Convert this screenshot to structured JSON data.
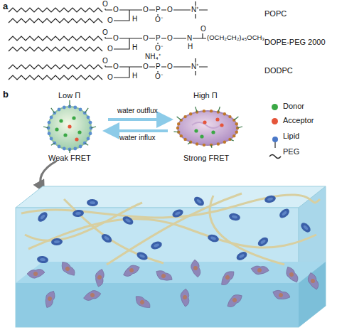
{
  "diagram": {
    "labels": [
      "a",
      "O",
      "O",
      "O",
      "H",
      "O",
      "P",
      "O⁻",
      "O",
      "N⁺",
      "POPC",
      "O",
      "O",
      "O",
      "H",
      "O",
      "P",
      "O⁻",
      "NH₄⁺",
      "O",
      "N",
      "H",
      "O",
      "(OCH₂CH₂)₄₅OCH₃",
      "DOPE-PEG 2000",
      "O",
      "O",
      "O",
      "H",
      "O",
      "P",
      "O⁻",
      "O",
      "N⁺",
      "DODPC",
      "b",
      "Low Π",
      "High Π",
      "water outflux",
      "water influx",
      "Weak FRET",
      "Strong FRET"
    ],
    "legend": [
      {
        "text": "Donor",
        "color": "#3aa845"
      },
      {
        "text": "Acceptor",
        "color": "#e5553a"
      },
      {
        "text": "Lipid"
      },
      {
        "text": "PEG"
      }
    ]
  }
}
